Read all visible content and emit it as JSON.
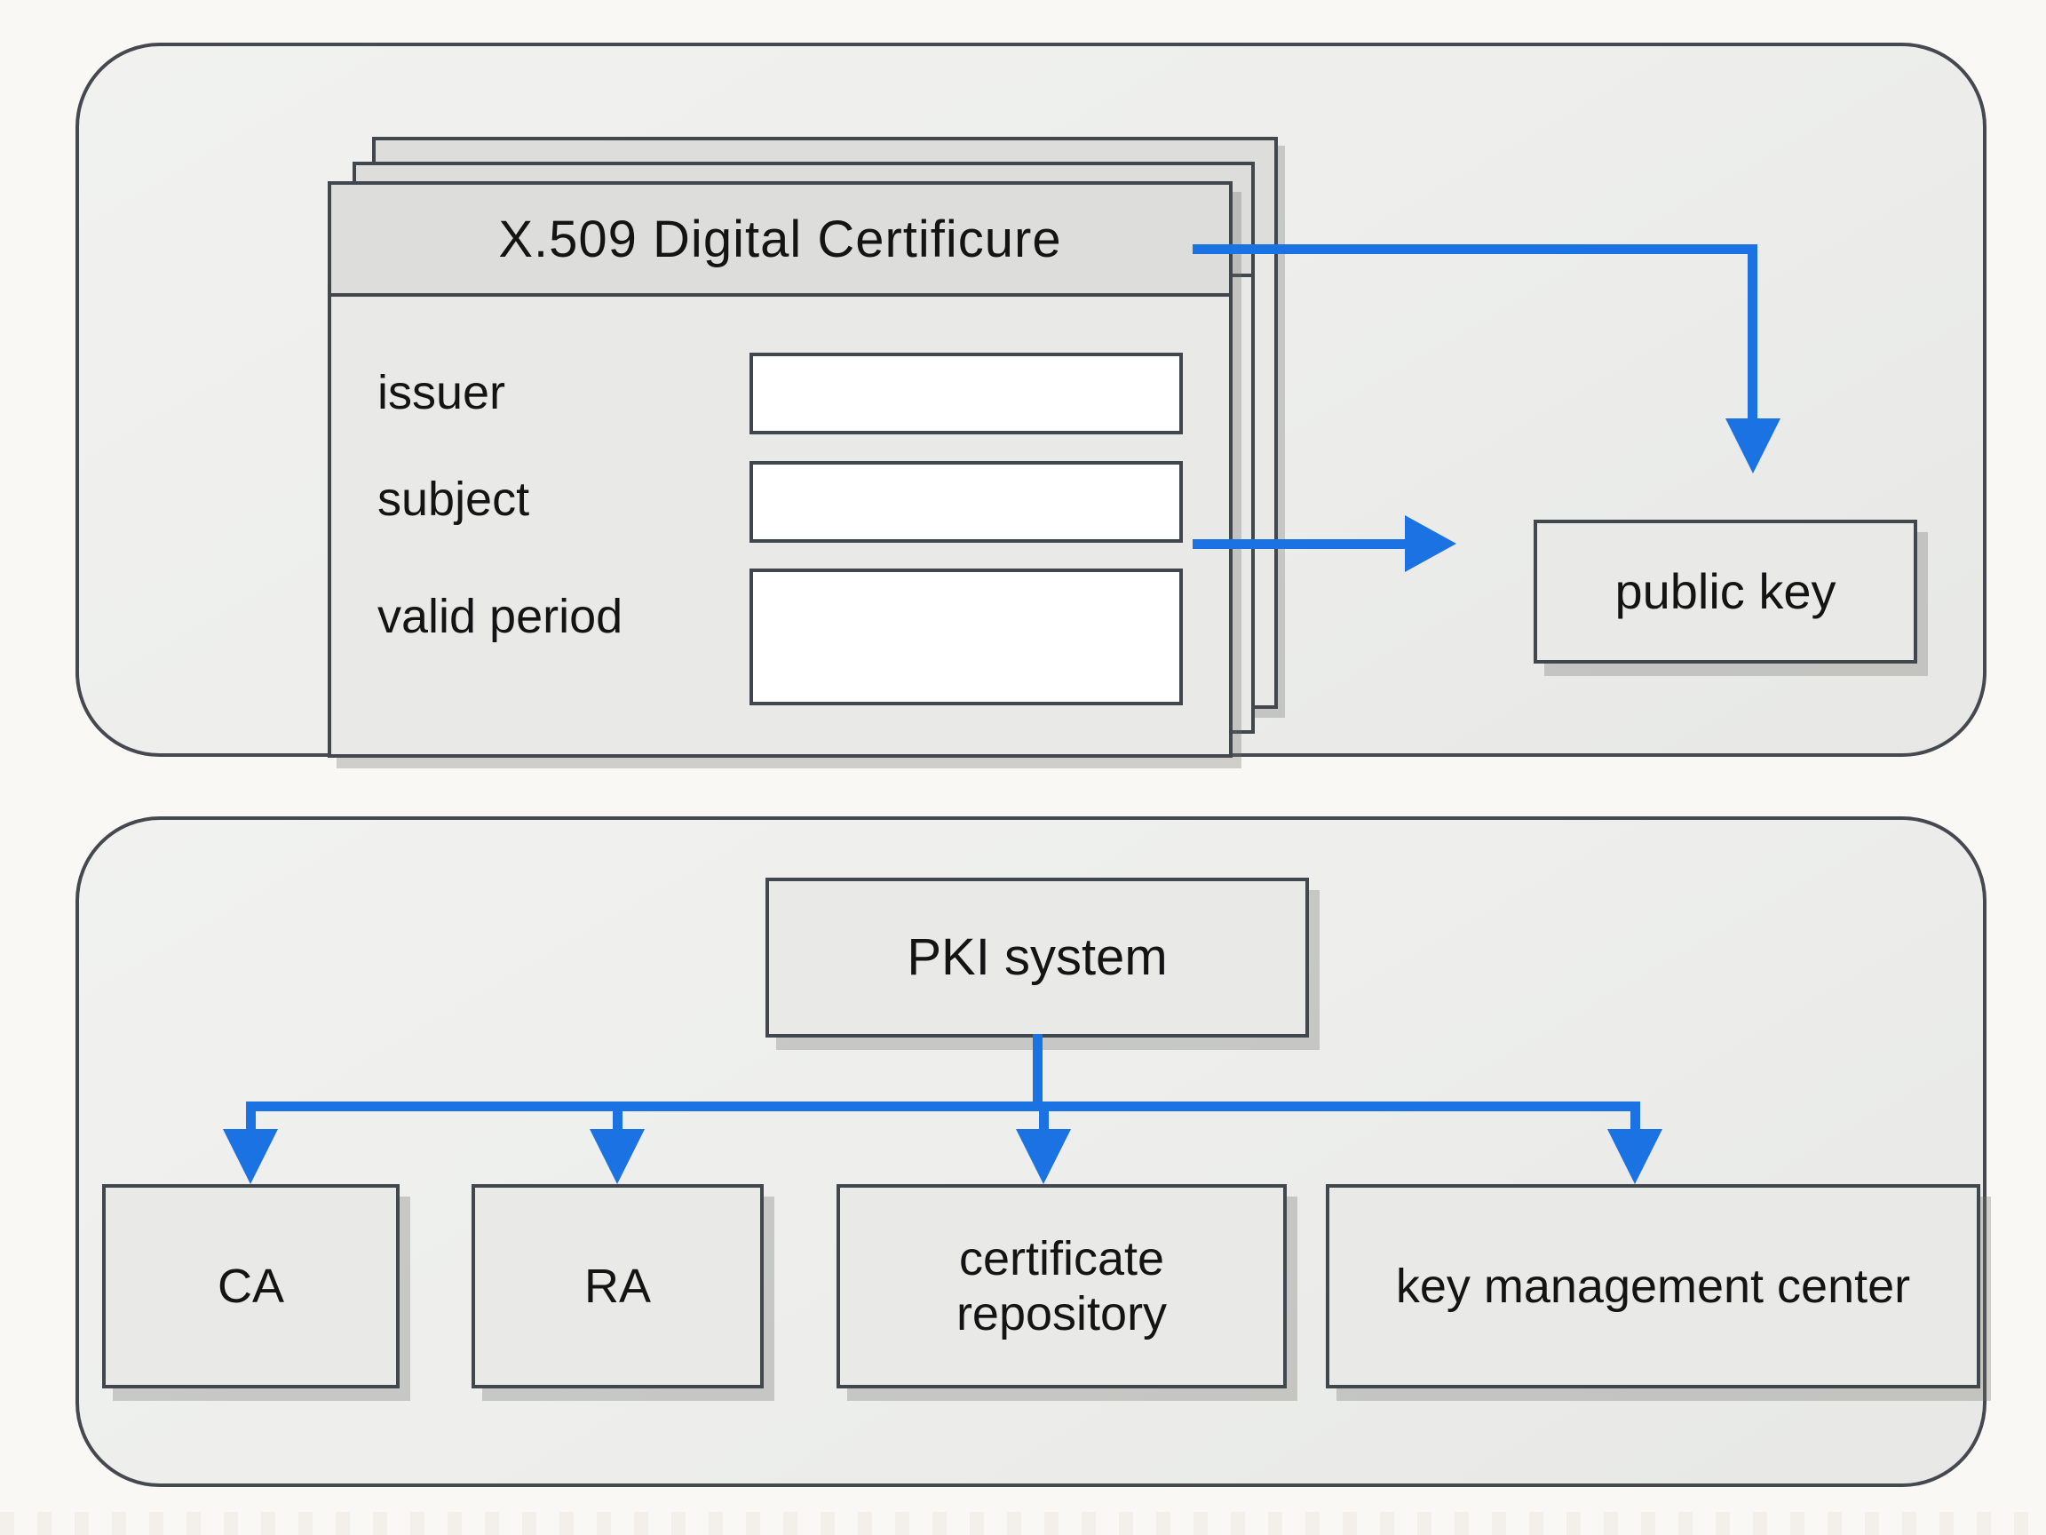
{
  "colors": {
    "accent-blue": "#1b72e2",
    "panel-fill": "#edeeec",
    "panel-border": "#45494f",
    "box-fill": "#e9eae8",
    "box-border": "#42474d",
    "titlebar-fill": "#dddedc",
    "field-fill": "#ffffff",
    "text": "#141414",
    "page-bg": "#faf8f5",
    "shadow": "rgba(110,110,105,0.30)"
  },
  "certificate": {
    "title": "X.509 Digital Certificure",
    "fields": [
      {
        "label": "issuer"
      },
      {
        "label": "subject"
      },
      {
        "label": "valid period"
      }
    ]
  },
  "public_key": {
    "label": "public key"
  },
  "pki": {
    "root_label": "PKI system",
    "children": [
      {
        "label": "CA"
      },
      {
        "label": "RA"
      },
      {
        "label": "certificate repository"
      },
      {
        "label": "key management center"
      }
    ]
  }
}
